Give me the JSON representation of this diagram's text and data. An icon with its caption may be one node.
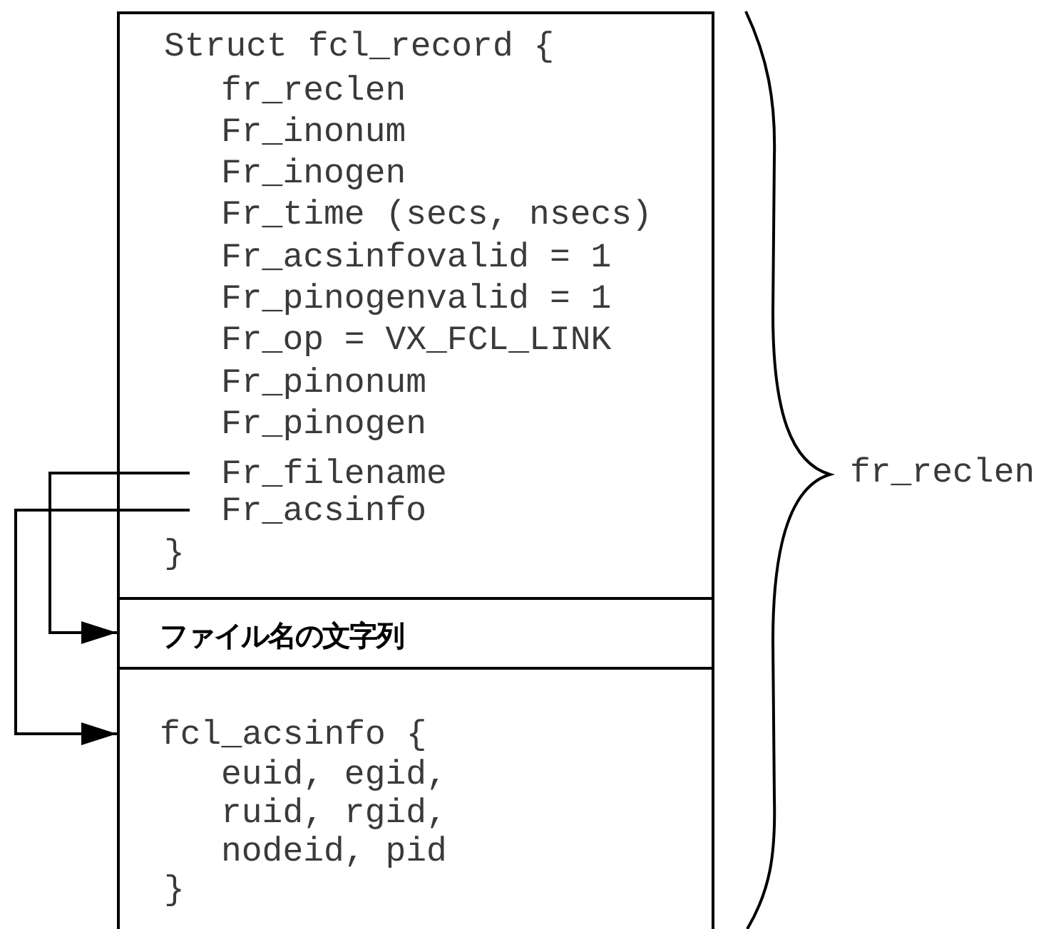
{
  "diagram": {
    "nodes": [
      {
        "text": [
          "Struct fcl_record {",
          "fr_reclen",
          "Fr_inonum",
          "Fr_inogen",
          "Fr_time (secs, nsecs)",
          "Fr_acsinfovalid = 1",
          "Fr_pinogenvalid = 1",
          "Fr_op = VX_FCL_LINK",
          "Fr_pinonum",
          "Fr_pinogen",
          "}"
        ]
      },
      {
        "text": [
          "Fr_filename"
        ],
        "in": 0
      },
      {
        "text": [
          "Fr_acsinfo"
        ],
        "in": 0
      },
      {
        "text": [
          "ファイル名の文字列"
        ]
      },
      {
        "text": [
          "fcl_acsinfo {",
          "euid, egid,",
          "ruid, rgid,",
          "nodeid, pid",
          "}"
        ]
      }
    ],
    "edges": [
      {
        "from": 1,
        "to": 3,
        "arrow": "to"
      },
      {
        "from": 2,
        "to": 4,
        "arrow": "to"
      }
    ],
    "labels": [
      "fr_reclen"
    ]
  }
}
